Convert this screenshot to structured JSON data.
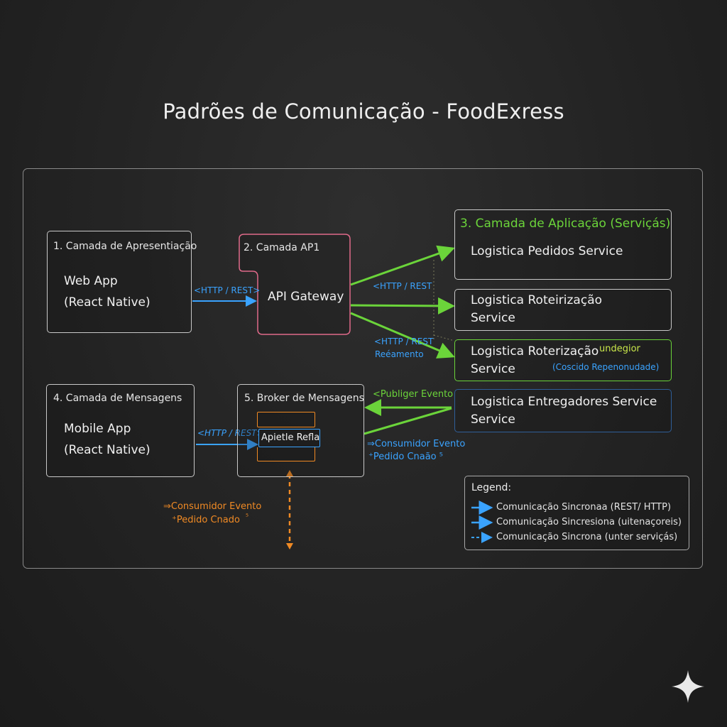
{
  "title": "Padrões de Comunicação - FoodExress",
  "layer1": {
    "title": "1. Camada de Apresentiação",
    "app_line1": "Web App",
    "app_line2": "(React Native)"
  },
  "layer2": {
    "title": "2. Camada AP1",
    "component": "API Gateway"
  },
  "layer3": {
    "title": "3. Camada de Aplicação (Serviçás)"
  },
  "services": {
    "s1": "Logistica Pedidos Service",
    "s2_line1": "Logistica Roteirização",
    "s2_line2": "Service",
    "s3_line1": "Logistica Roterização",
    "s3_line2": "Service",
    "s3_tag": "undegior",
    "s3_note": "(Coscido Repenonudade)",
    "s4_line1": "Logistica Entregadores Service",
    "s4_line2": "Service"
  },
  "layer4": {
    "title": "4. Camada de Mensagens",
    "app_line1": "Mobile App",
    "app_line2": "(React Native)"
  },
  "layer5": {
    "title": "5. Broker de Mensagens",
    "component": "Apietle  Refla"
  },
  "labels": {
    "http_web": "<HTTP / REST>",
    "http_gateway": "<HTTP / REST",
    "http_lower1": "<HTTP / REST",
    "http_lower2": "Reéamento",
    "http_mobile": "<HTTP / REST>",
    "publish": "<Publiger Evento",
    "consumer_right1": "⇒Consumidor Evento",
    "consumer_right2": "⁺Pedido Cnaão ⁵",
    "consumer_bottom1": "⇒Consumidor Evento",
    "consumer_bottom2": "⁺Pedido Cnado",
    "consumer_bottom_mark": "⁵"
  },
  "legend": {
    "title": "Legend:",
    "items": [
      "Comunicação Sincronaa (REST/ HTTP)",
      "Comunicação Sincresiona (uitenaçoreis)",
      "Comunicação Sincrona (unter serviçás)"
    ]
  },
  "colors": {
    "sync_blue": "#3aa3ff",
    "async_green": "#6bd43a",
    "event_orange": "#f08a24",
    "gateway_pink": "#e06a8a",
    "broker_orange": "#f08a24"
  }
}
